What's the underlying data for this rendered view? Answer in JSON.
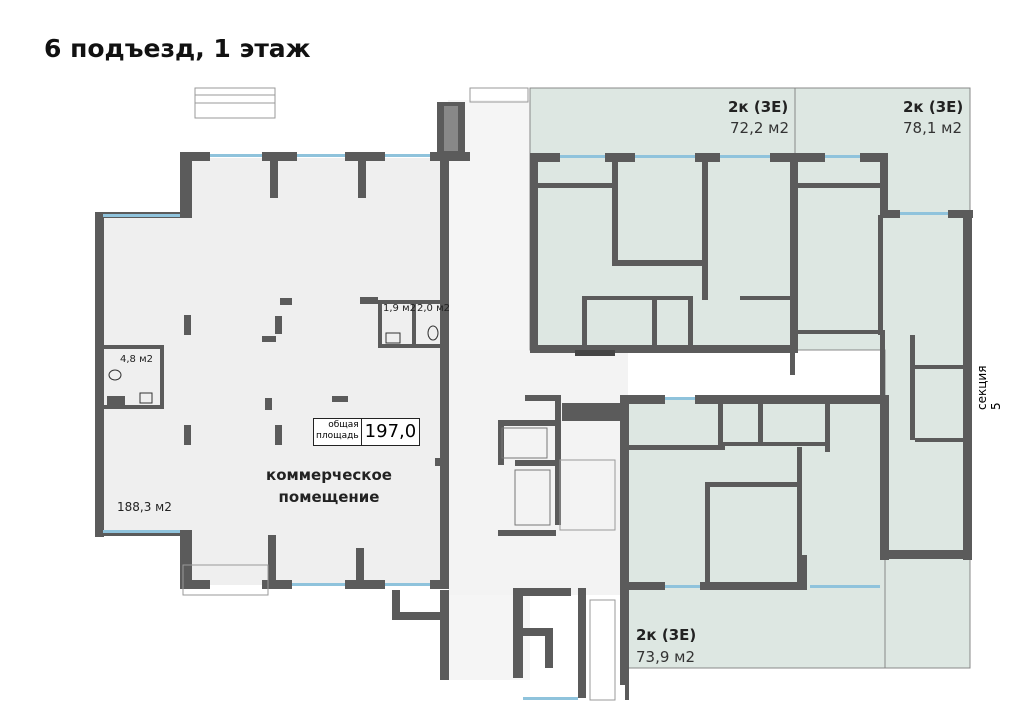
{
  "title": "6 подъезд, 1 этаж",
  "apartments": [
    {
      "name": "2к (3Е)",
      "area": "72,2 м2"
    },
    {
      "name": "2к (3Е)",
      "area": "78,1 м2"
    },
    {
      "name": "2к (3Е)",
      "area": "73,9 м2"
    }
  ],
  "commercial": {
    "label_line1": "коммерческое",
    "label_line2": "помещение",
    "area_main": "188,3 м2",
    "area_wc_left": "4,8 м2",
    "area_wc_1": "1,9 м2",
    "area_wc_2": "2,0 м2",
    "total_label_line1": "общая",
    "total_label_line2": "площадь",
    "total_value": "197,0"
  },
  "section_label": "секция 5",
  "colors": {
    "wall": "#5b5b5b",
    "floor": "#efefef",
    "apartment": "#dde7e2",
    "window": "#8fc3dc"
  }
}
